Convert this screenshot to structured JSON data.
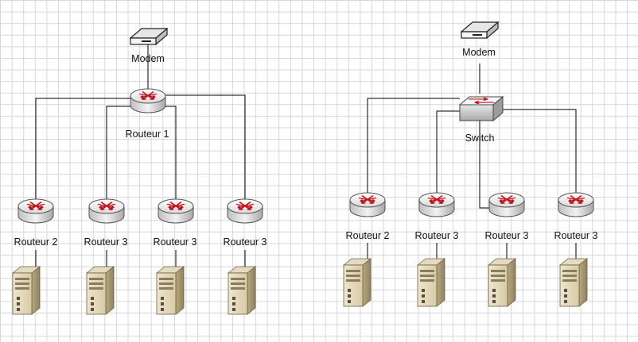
{
  "colors": {
    "router_arrow": "#c0141b",
    "line": "#000000"
  },
  "left": {
    "modem": {
      "label": "Modem",
      "icon": "modem-icon"
    },
    "core": {
      "label": "Routeur 1",
      "icon": "router-icon"
    },
    "routers": [
      {
        "label": "Routeur 2",
        "icon": "router-icon"
      },
      {
        "label": "Routeur 3",
        "icon": "router-icon"
      },
      {
        "label": "Routeur 3",
        "icon": "router-icon"
      },
      {
        "label": "Routeur 3",
        "icon": "router-icon"
      }
    ],
    "servers": 4
  },
  "right": {
    "modem": {
      "label": "Modem",
      "icon": "modem-icon"
    },
    "core": {
      "label": "Switch",
      "icon": "switch-icon"
    },
    "routers": [
      {
        "label": "Routeur 2",
        "icon": "router-icon"
      },
      {
        "label": "Routeur 3",
        "icon": "router-icon"
      },
      {
        "label": "Routeur 3",
        "icon": "router-icon"
      },
      {
        "label": "Routeur 3",
        "icon": "router-icon"
      }
    ],
    "servers": 4
  }
}
